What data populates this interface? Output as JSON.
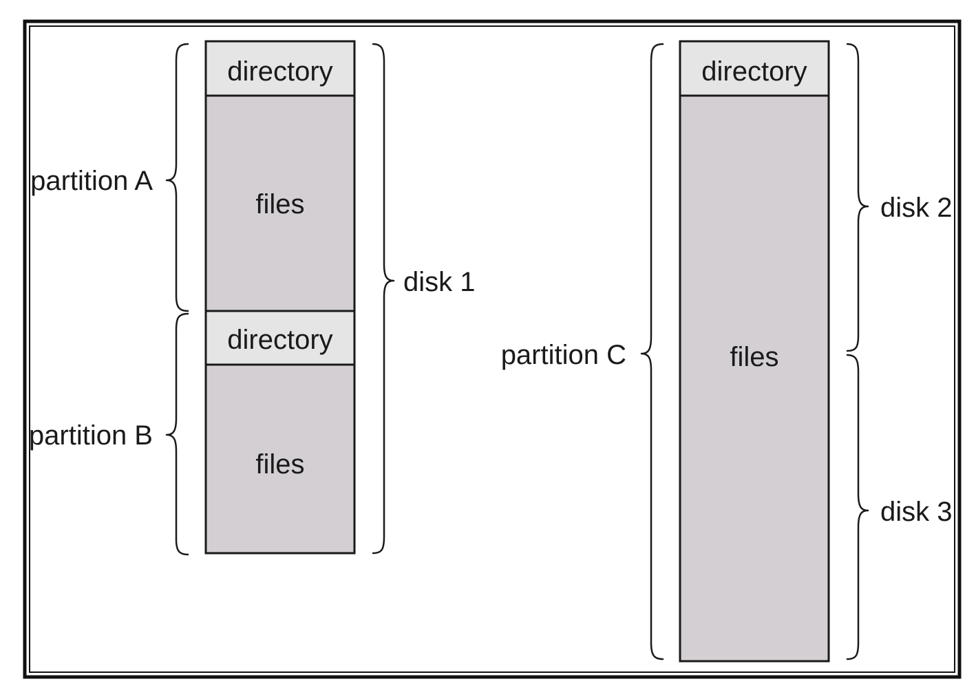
{
  "disk1_group": {
    "partition_a": {
      "label": "partition A",
      "directory": "directory",
      "files": "files"
    },
    "partition_b": {
      "label": "partition B",
      "directory": "directory",
      "files": "files"
    },
    "disk_label": "disk 1"
  },
  "disk23_group": {
    "partition_c": {
      "label": "partition C",
      "directory": "directory",
      "files": "files"
    },
    "disk2_label": "disk 2",
    "disk3_label": "disk 3"
  },
  "colors": {
    "directory_fill": "#e6e5e6",
    "files_fill": "#d3cfd3",
    "stroke": "#1a1a1a",
    "background": "#ffffff"
  }
}
